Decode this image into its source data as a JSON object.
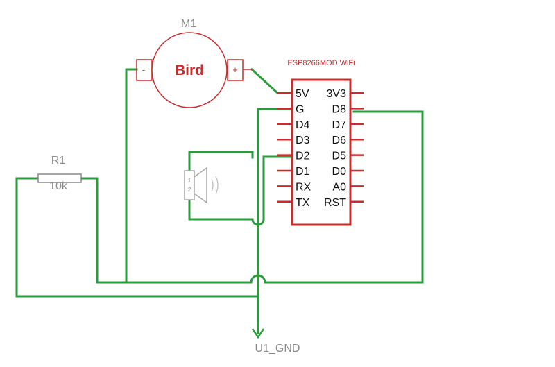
{
  "colors": {
    "wire": "#2a9d3a",
    "component": "#cc2b2b",
    "passive": "#a9a9a9",
    "pin_text": "#111111"
  },
  "motor": {
    "ref": "M1",
    "label": "Bird",
    "minus": "-",
    "plus": "+"
  },
  "module": {
    "title": "ESP8266MOD WiFi",
    "left_pins": [
      "5V",
      "G",
      "D4",
      "D3",
      "D2",
      "D1",
      "RX",
      "TX"
    ],
    "right_pins": [
      "3V3",
      "D8",
      "D7",
      "D6",
      "D5",
      "D0",
      "A0",
      "RST"
    ]
  },
  "resistor": {
    "ref": "R1",
    "value": "10k"
  },
  "speaker": {
    "icon": "speaker-icon",
    "pin1": "1",
    "pin2": "2"
  },
  "ground": {
    "label": "U1_GND",
    "icon": "ground-arrow-icon"
  }
}
